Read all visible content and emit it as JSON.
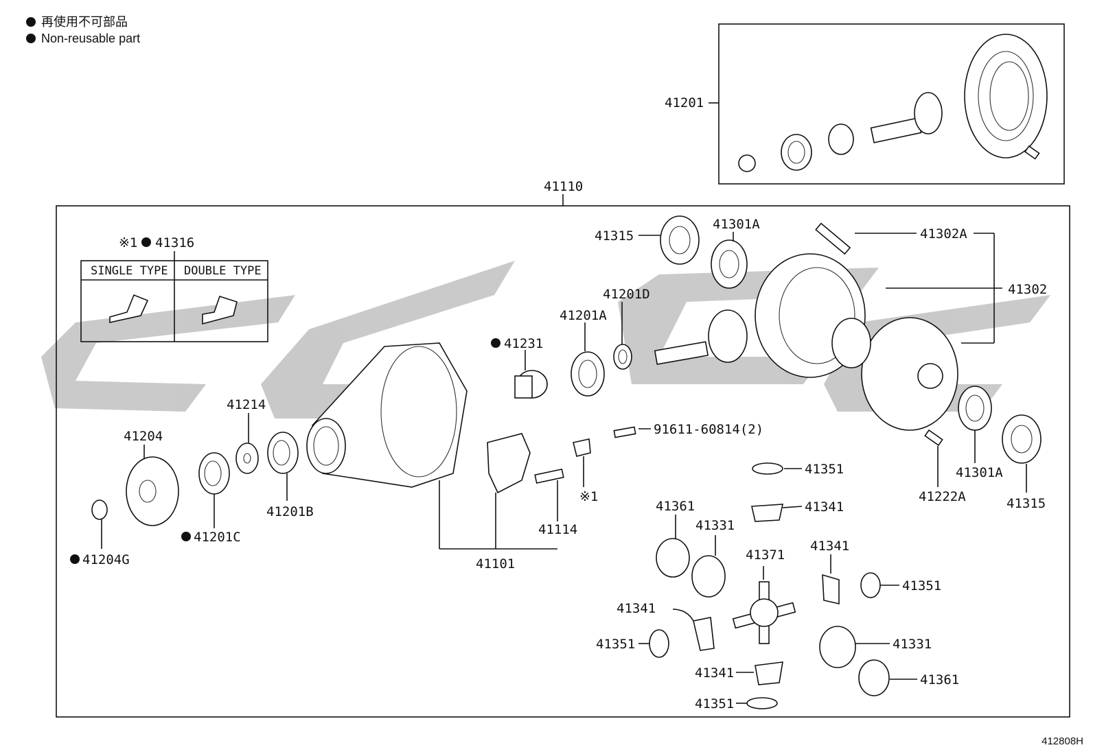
{
  "legend": {
    "line_jp": "再使用不可部品",
    "line_en": "Non-reusable part"
  },
  "figure_id": "412808H",
  "watermark_color": "#c4c4c4",
  "parts": {
    "p41201": "41201",
    "p41110": "41110",
    "p41316": "41316",
    "note1": "※1",
    "single_type": "SINGLE TYPE",
    "double_type": "DOUBLE TYPE",
    "p41315a": "41315",
    "p41301Aa": "41301A",
    "p41302A": "41302A",
    "p41302": "41302",
    "p41201D": "41201D",
    "p41201A": "41201A",
    "p41231": "41231",
    "p41214": "41214",
    "p41204": "41204",
    "p41201B": "41201B",
    "p41201C": "41201C",
    "p41204G": "41204G",
    "p91611": "91611-60814(2)",
    "note1b": "※1",
    "p41114": "41114",
    "p41101": "41101",
    "p41222A": "41222A",
    "p41301Ab": "41301A",
    "p41315b": "41315",
    "p41351a": "41351",
    "p41341a": "41341",
    "p41361a": "41361",
    "p41331a": "41331",
    "p41371": "41371",
    "p41341b": "41341",
    "p41351b": "41351",
    "p41341c": "41341",
    "p41351c": "41351",
    "p41331b": "41331",
    "p41341d": "41341",
    "p41361b": "41361",
    "p41351d": "41351"
  }
}
